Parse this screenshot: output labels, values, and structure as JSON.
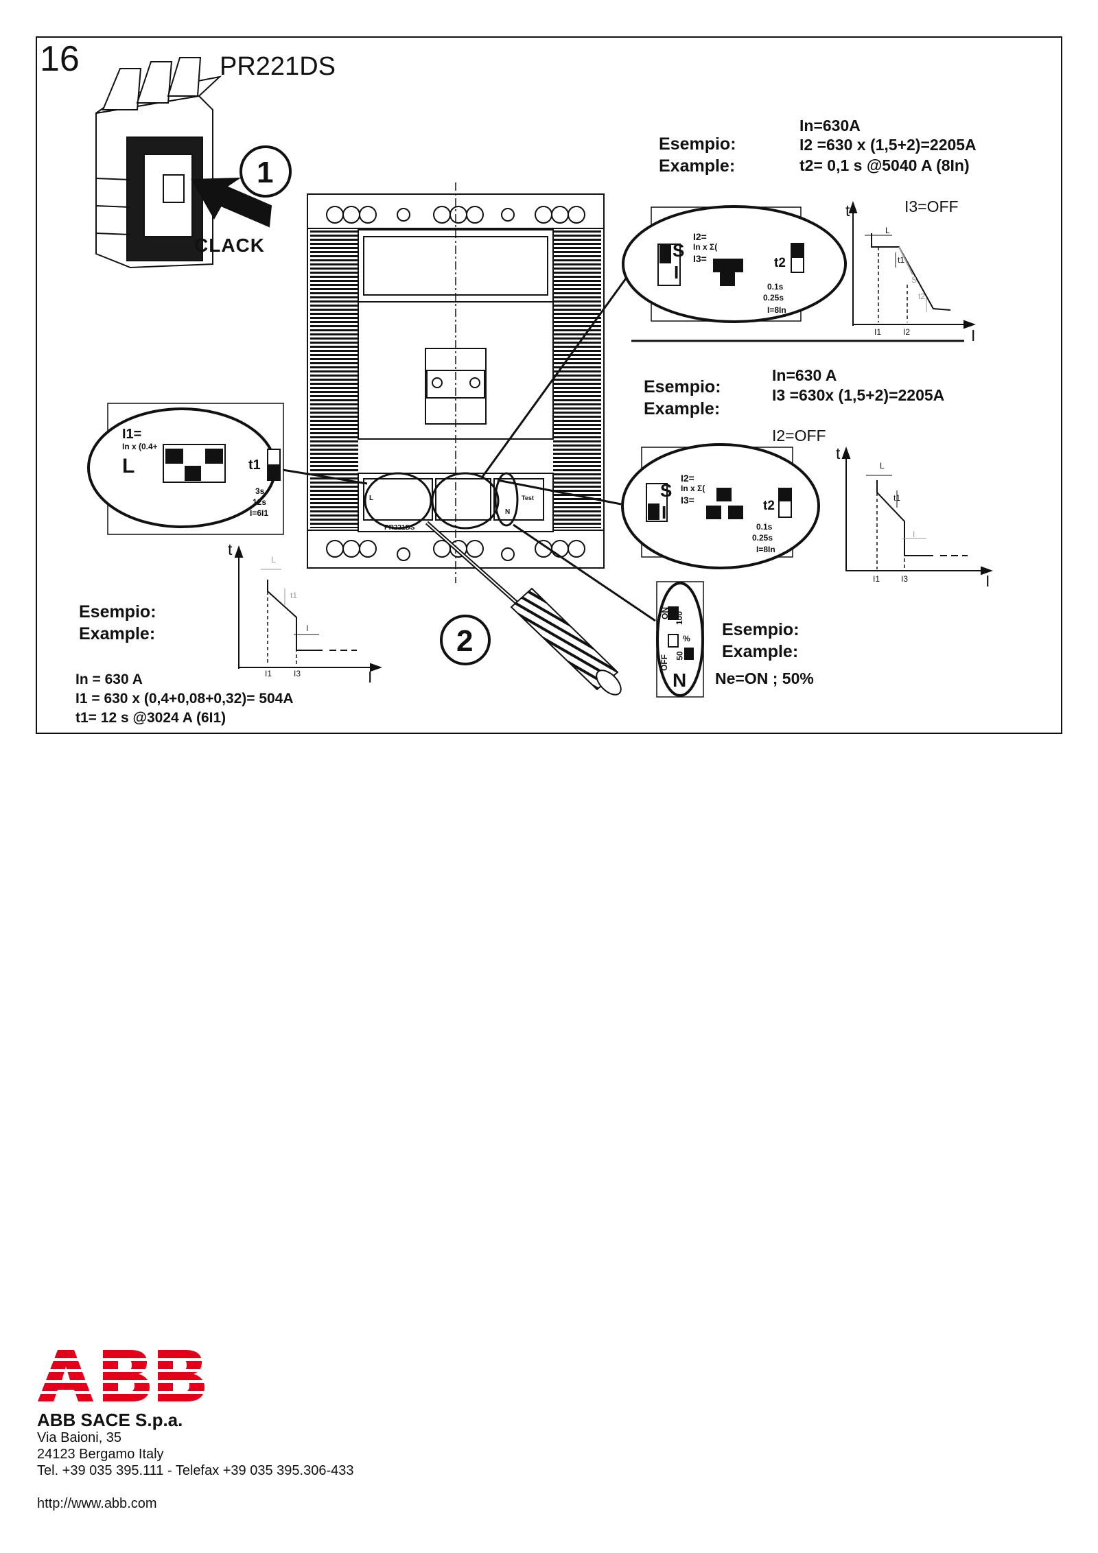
{
  "page": {
    "figure_number": "16",
    "model": "PR221DS"
  },
  "step1": {
    "number": "1",
    "action": "CLACK"
  },
  "step2": {
    "number": "2"
  },
  "example_s": {
    "label_it": "Esempio:",
    "label_en": "Example:",
    "line1": "In=630A",
    "line2": "I2 =630 x (1,5+2)=2205A",
    "line3": "t2= 0,1 s @5040 A (8In)",
    "curve_note": "I3=OFF"
  },
  "example_i": {
    "label_it": "Esempio:",
    "label_en": "Example:",
    "line1": "In=630 A",
    "line2": "I3 =630x (1,5+2)=2205A",
    "curve_note": "I2=OFF"
  },
  "example_l": {
    "label_it": "Esempio:",
    "label_en": "Example:",
    "line1": "In = 630 A",
    "line2": "I1 = 630 x (0,4+0,08+0,32)= 504A",
    "line3": "t1= 12 s  @3024 A (6I1)"
  },
  "example_n": {
    "label_it": "Esempio:",
    "label_en": "Example:",
    "line1": "Ne=ON ; 50%"
  },
  "callout_l": {
    "setting": "I1=",
    "formula": "In x (0.4+",
    "function": "L",
    "time": "t1",
    "opt1": "3s",
    "opt2": "12s",
    "opt3": "I=6I1"
  },
  "callout_s": {
    "setting": "I2=",
    "formula": "In x Σ(",
    "setting3": "I3=",
    "function_s": "S",
    "function_i": "I",
    "time": "t2",
    "opt1": "0.1s",
    "opt2": "0.25s",
    "opt3": "I=8In"
  },
  "callout_i": {
    "setting": "I2=",
    "formula": "In x Σ(",
    "setting3": "I3=",
    "function_s": "S",
    "function_i": "I",
    "time": "t2",
    "opt1": "0.1s",
    "opt2": "0.25s",
    "opt3": "I=8In"
  },
  "callout_n": {
    "on": "ON",
    "off": "OFF",
    "v100": "100",
    "v50": "50",
    "pct": "%",
    "function": "N"
  },
  "curves": {
    "axis_t": "t",
    "axis_i": "I",
    "l_label": "L",
    "s_label": "S",
    "i_label": "I",
    "t1": "t1",
    "t2": "t2",
    "i1": "I1",
    "i2": "I2",
    "i3": "I3"
  },
  "breaker": {
    "unit_name": "PR221DS",
    "test": "Test",
    "n": "N",
    "l": "L"
  },
  "footer": {
    "logo": "ABB",
    "company": "ABB SACE S.p.a.",
    "street": "Via Baioni, 35",
    "city": "24123 Bergamo   Italy",
    "phone": "Tel. +39 035 395.111 - Telefax +39 035 395.306-433",
    "url": "http://www.abb.com"
  },
  "colors": {
    "ink": "#111111",
    "brand_red": "#e2001a",
    "grey": "#9a9a9a"
  }
}
